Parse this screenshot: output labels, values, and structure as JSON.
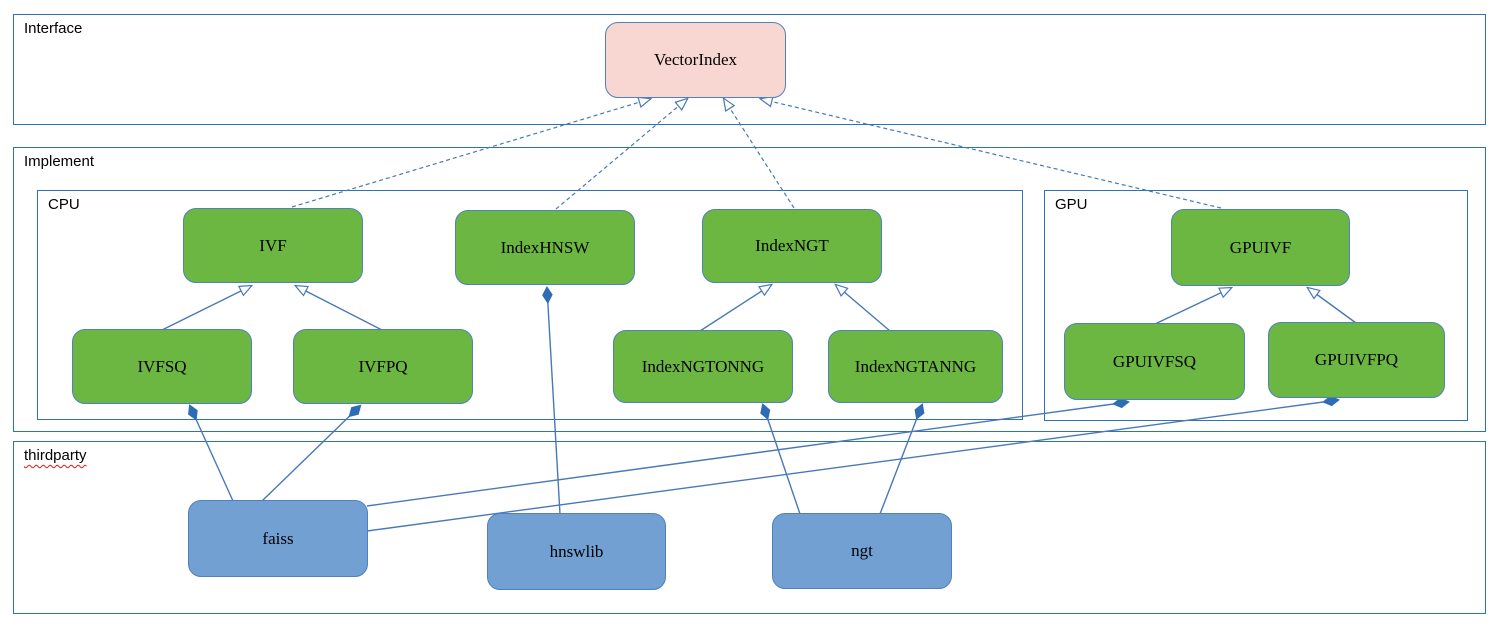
{
  "diagram": {
    "containers": {
      "interface": {
        "label": "Interface"
      },
      "implement": {
        "label": "Implement"
      },
      "cpu": {
        "label": "CPU"
      },
      "gpu": {
        "label": "GPU"
      },
      "thirdparty": {
        "label": "thirdparty"
      }
    },
    "nodes": {
      "vectorindex": {
        "label": "VectorIndex",
        "kind": "interface"
      },
      "ivf": {
        "label": "IVF",
        "kind": "cpu"
      },
      "indexhnsw": {
        "label": "IndexHNSW",
        "kind": "cpu"
      },
      "indexngt": {
        "label": "IndexNGT",
        "kind": "cpu"
      },
      "ivfsq": {
        "label": "IVFSQ",
        "kind": "cpu"
      },
      "ivfpq": {
        "label": "IVFPQ",
        "kind": "cpu"
      },
      "indexngtonng": {
        "label": "IndexNGTONNG",
        "kind": "cpu"
      },
      "indexngtanng": {
        "label": "IndexNGTANNG",
        "kind": "cpu"
      },
      "gpuivf": {
        "label": "GPUIVF",
        "kind": "gpu"
      },
      "gpuivfsq": {
        "label": "GPUIVFSQ",
        "kind": "gpu"
      },
      "gpuivfpq": {
        "label": "GPUIVFPQ",
        "kind": "gpu"
      },
      "faiss": {
        "label": "faiss",
        "kind": "thirdparty"
      },
      "hnswlib": {
        "label": "hnswlib",
        "kind": "thirdparty"
      },
      "ngt": {
        "label": "ngt",
        "kind": "thirdparty"
      }
    },
    "edges": [
      {
        "from": "ivf",
        "to": "vectorindex",
        "type": "realization",
        "line": [
          292,
          207,
          650,
          99
        ]
      },
      {
        "from": "indexhnsw",
        "to": "vectorindex",
        "type": "realization",
        "line": [
          556,
          209,
          687,
          99
        ]
      },
      {
        "from": "indexngt",
        "to": "vectorindex",
        "type": "realization",
        "line": [
          794,
          208,
          724,
          99
        ]
      },
      {
        "from": "gpuivf",
        "to": "vectorindex",
        "type": "realization",
        "line": [
          1221,
          208,
          761,
          99
        ]
      },
      {
        "from": "ivfsq",
        "to": "ivf",
        "type": "generalization",
        "line": [
          162,
          330,
          251,
          286
        ]
      },
      {
        "from": "ivfpq",
        "to": "ivf",
        "type": "generalization",
        "line": [
          382,
          330,
          296,
          286
        ]
      },
      {
        "from": "indexngtonng",
        "to": "indexngt",
        "type": "generalization",
        "line": [
          700,
          331,
          771,
          285
        ]
      },
      {
        "from": "indexngtanng",
        "to": "indexngt",
        "type": "generalization",
        "line": [
          890,
          331,
          836,
          285
        ]
      },
      {
        "from": "gpuivfsq",
        "to": "gpuivf",
        "type": "generalization",
        "line": [
          1155,
          324,
          1231,
          288
        ]
      },
      {
        "from": "gpuivfpq",
        "to": "gpuivf",
        "type": "generalization",
        "line": [
          1356,
          323,
          1308,
          288
        ]
      },
      {
        "from": "indexhnsw",
        "to": "hnswlib",
        "type": "composition",
        "line": [
          547,
          288,
          560,
          514
        ]
      },
      {
        "from": "ivfsq",
        "to": "faiss",
        "type": "composition",
        "line": [
          190,
          406,
          233,
          501
        ]
      },
      {
        "from": "ivfpq",
        "to": "faiss",
        "type": "composition",
        "line": [
          360,
          406,
          262,
          501
        ]
      },
      {
        "from": "indexngtonng",
        "to": "ngt",
        "type": "composition",
        "line": [
          763,
          405,
          800,
          514
        ]
      },
      {
        "from": "indexngtanng",
        "to": "ngt",
        "type": "composition",
        "line": [
          922,
          405,
          880,
          514
        ]
      },
      {
        "from": "gpuivfsq",
        "to": "faiss",
        "type": "composition",
        "line": [
          1128,
          402,
          367,
          506
        ]
      },
      {
        "from": "gpuivfpq",
        "to": "faiss",
        "type": "composition",
        "line": [
          1338,
          400,
          367,
          531
        ]
      }
    ],
    "colors": {
      "container_border": "#2E74B5",
      "node_border": "#4F81BD",
      "edge": "#4878B8",
      "diamond_fill": "#2E6DB4",
      "green_fill": "#6CB642",
      "pink_fill": "#F8D7D2",
      "blue_fill": "#72A0D2",
      "spell_red": "#E0131B"
    }
  }
}
